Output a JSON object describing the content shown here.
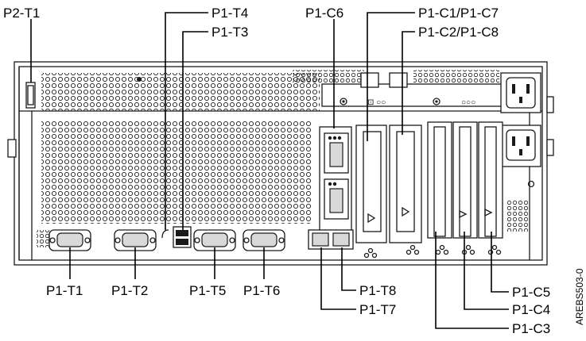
{
  "figure_code": "AREBS503-0",
  "labels": {
    "p2_t1": "P2-T1",
    "p1_t4": "P1-T4",
    "p1_t3": "P1-T3",
    "p1_c6": "P1-C6",
    "p1_c1_c7": "P1-C1/P1-C7",
    "p1_c2_c8": "P1-C2/P1-C8",
    "p1_t1": "P1-T1",
    "p1_t2": "P1-T2",
    "p1_t5": "P1-T5",
    "p1_t6": "P1-T6",
    "p1_t8": "P1-T8",
    "p1_t7": "P1-T7",
    "p1_c5": "P1-C5",
    "p1_c4": "P1-C4",
    "p1_c3": "P1-C3"
  }
}
